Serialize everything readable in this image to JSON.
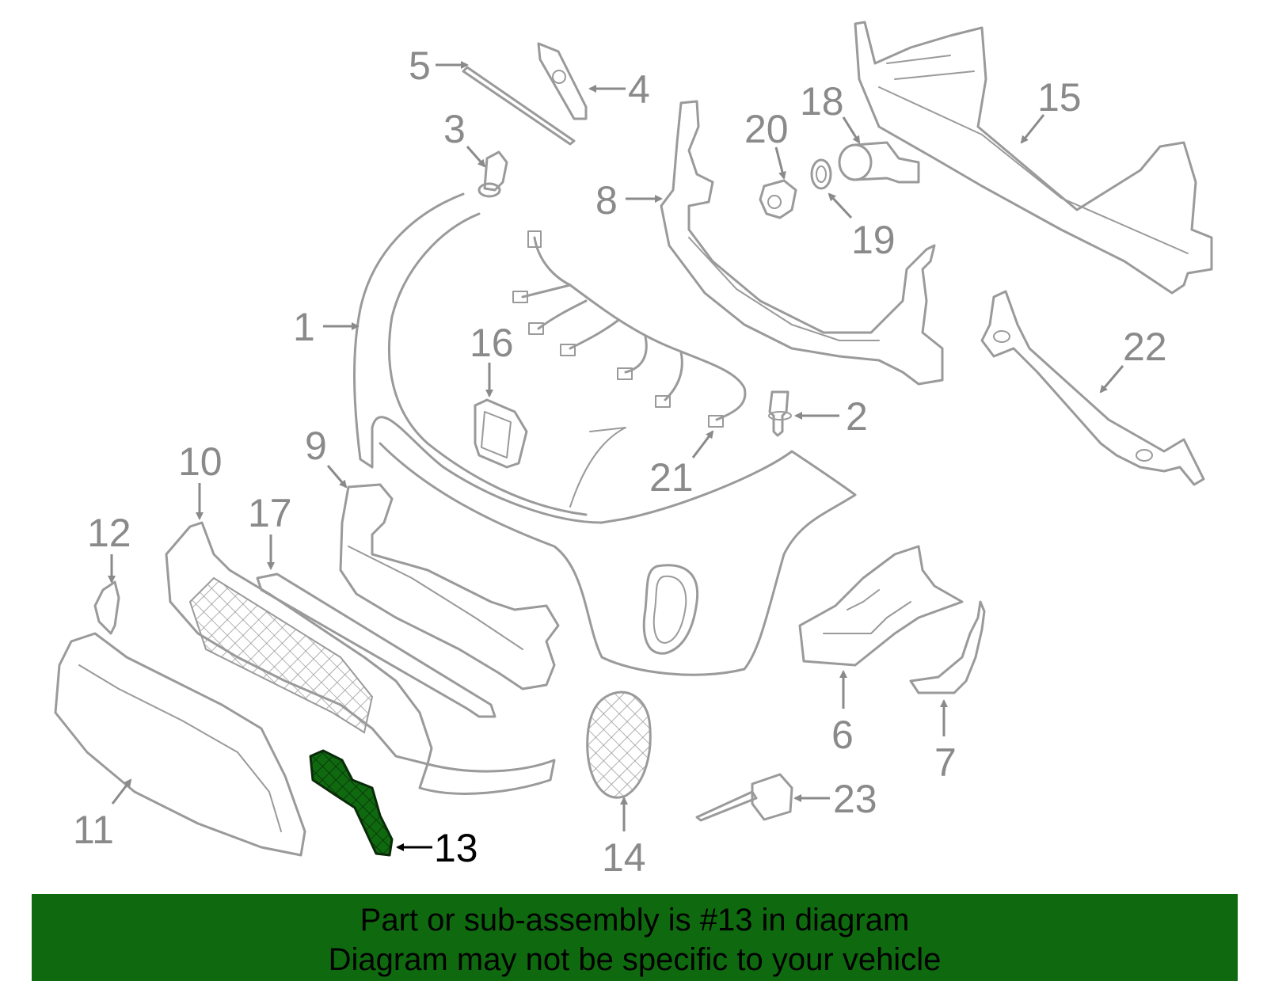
{
  "diagram": {
    "highlighted_part": "13",
    "highlight_color": "#0f6a0f",
    "part_color": "#9a9a9a",
    "callouts": [
      "1",
      "2",
      "3",
      "4",
      "5",
      "6",
      "7",
      "8",
      "9",
      "10",
      "11",
      "12",
      "13",
      "14",
      "15",
      "16",
      "17",
      "18",
      "19",
      "20",
      "21",
      "22",
      "23"
    ]
  },
  "caption": {
    "line1": "Part or sub-assembly is #13 in diagram",
    "line2": "Diagram may not be specific to your vehicle",
    "background": "#0f6a0f"
  }
}
